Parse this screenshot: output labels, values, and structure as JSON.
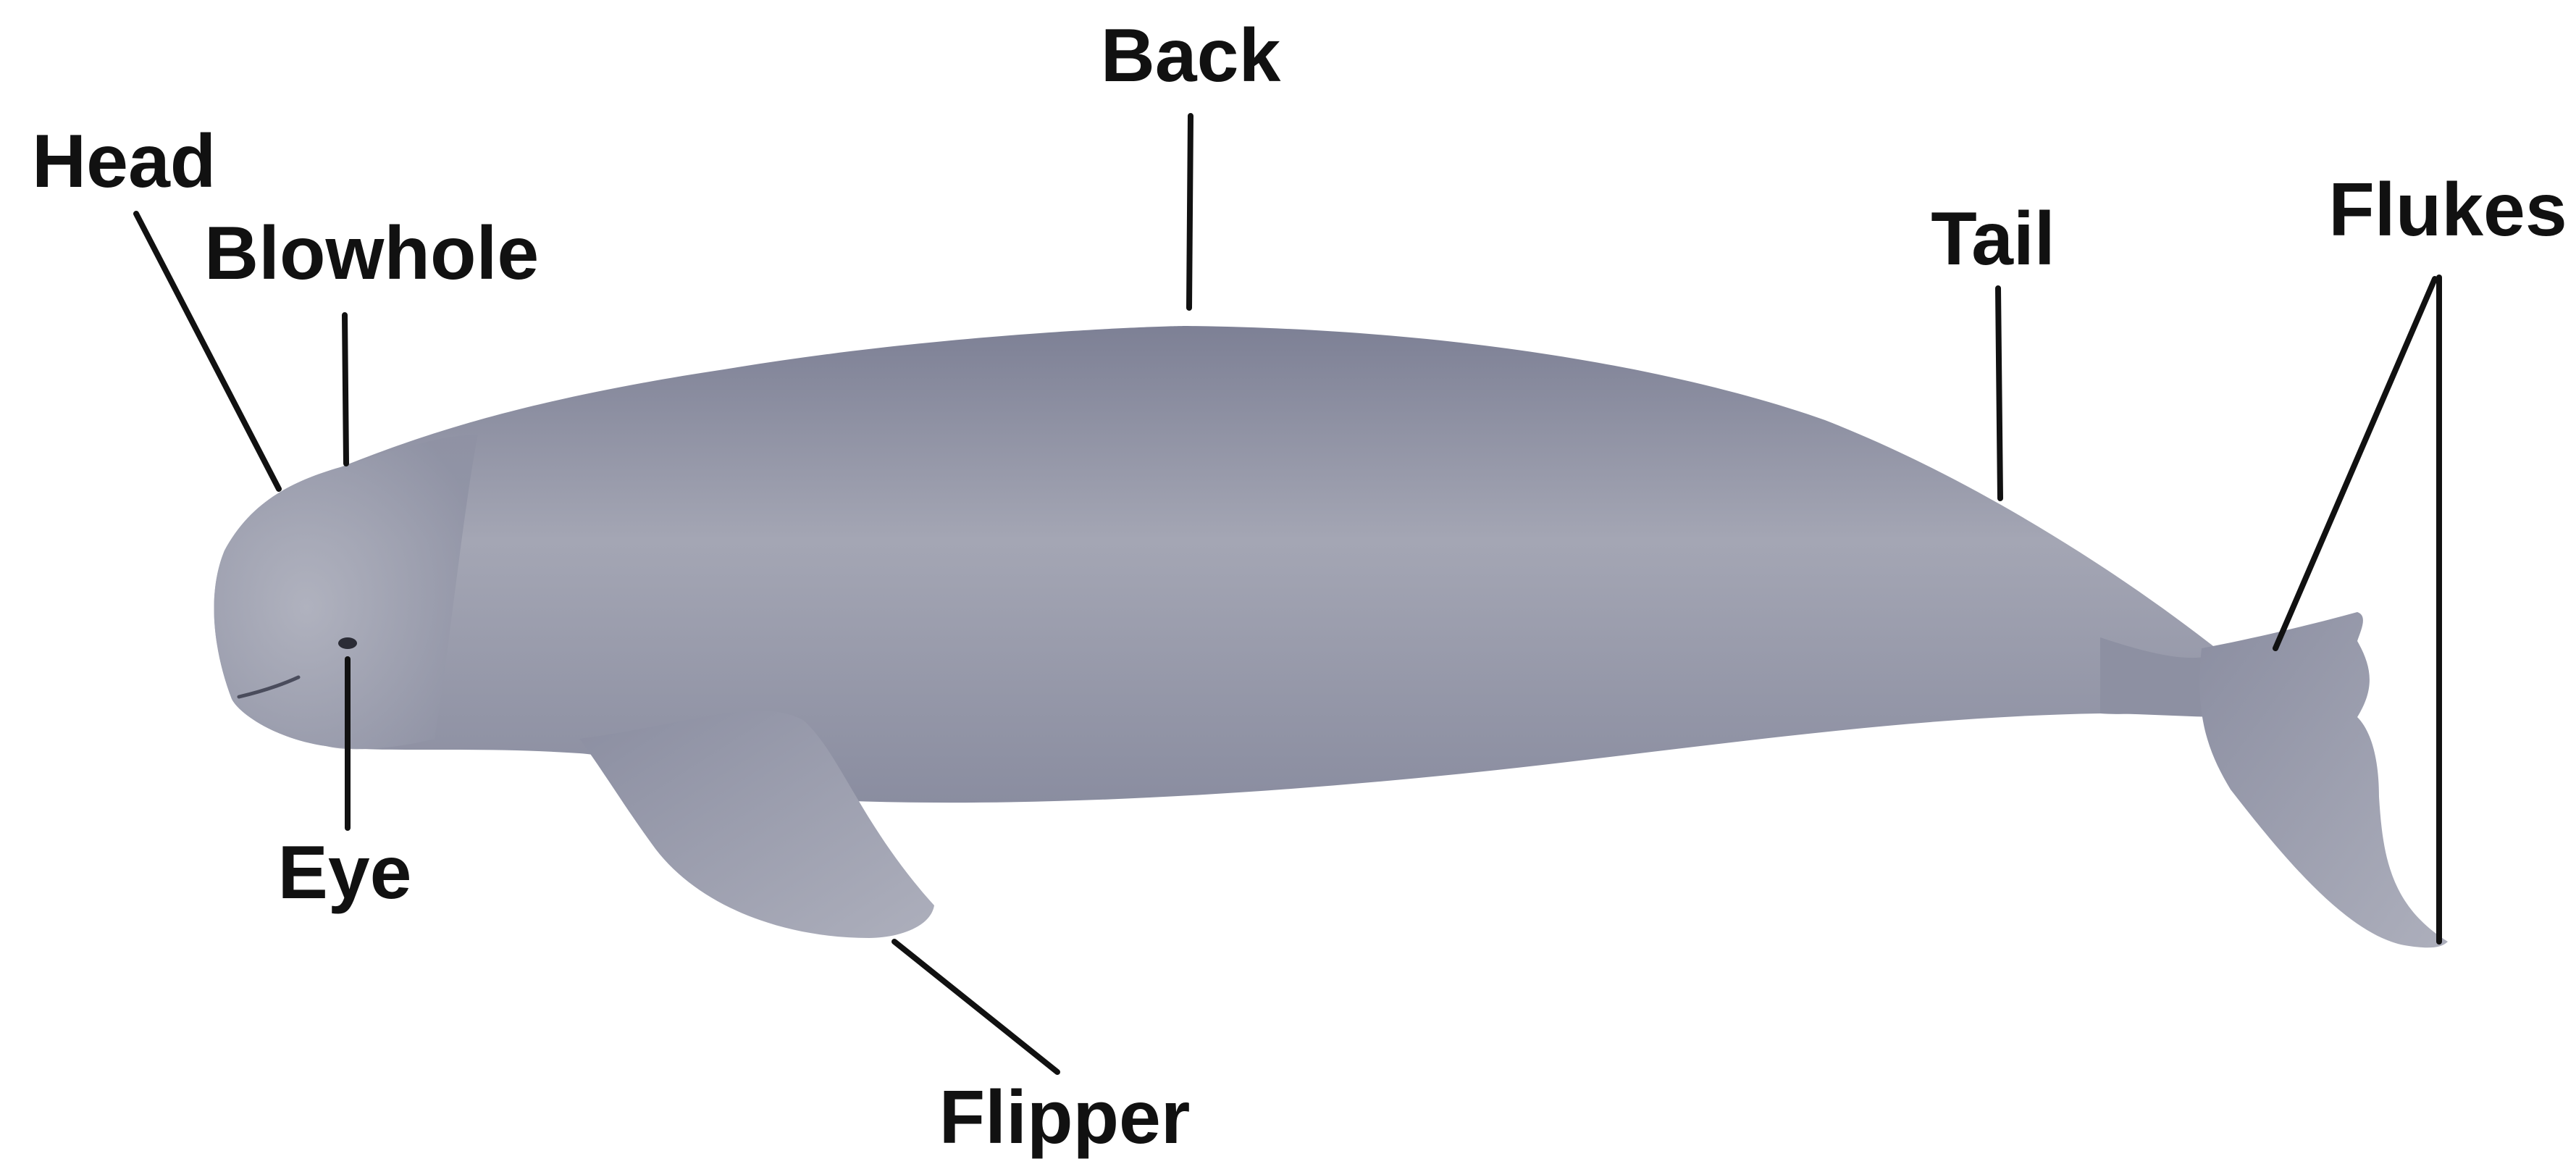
{
  "diagram": {
    "labels": {
      "back": "Back",
      "head": "Head",
      "blowhole": "Blowhole",
      "tail": "Tail",
      "flukes": "Flukes",
      "eye": "Eye",
      "flipper": "Flipper"
    },
    "colors": {
      "body_light": "#a6a8b6",
      "body_mid": "#9598a9",
      "body_dark": "#7b7e93",
      "ink": "#111111",
      "background": "#ffffff"
    }
  }
}
